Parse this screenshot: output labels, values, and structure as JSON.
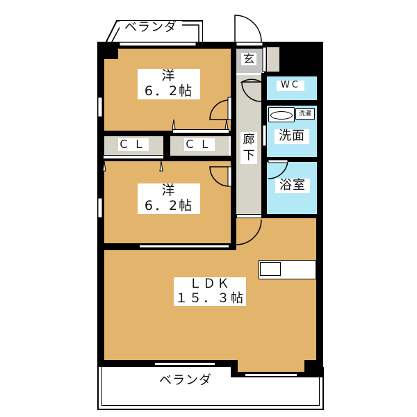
{
  "floor_plan": {
    "rooms": {
      "western_room_1": {
        "type": "洋",
        "size": "6．2帖"
      },
      "western_room_2": {
        "type": "洋",
        "size": "6．2帖"
      },
      "ldk": {
        "type": "ＬＤＫ",
        "size": "１５．３帖"
      },
      "closet_1": {
        "label": "ＣＬ"
      },
      "closet_2": {
        "label": "ＣＬ"
      },
      "hallway": {
        "label": "廊下"
      },
      "entrance": {
        "label": "玄"
      },
      "toilet": {
        "label": "WC"
      },
      "washroom": {
        "label": "洗面"
      },
      "washing_machine": {
        "label": "洗濯"
      },
      "bathroom": {
        "label": "浴室"
      }
    },
    "balconies": {
      "top": {
        "label": "ベランダ"
      },
      "bottom": {
        "label": "ベランダ"
      }
    },
    "colors": {
      "wood_floor": "#e3b46c",
      "wet_area": "#b3e9f6",
      "hallway": "#d6d4c8",
      "wall": "#000000"
    }
  }
}
